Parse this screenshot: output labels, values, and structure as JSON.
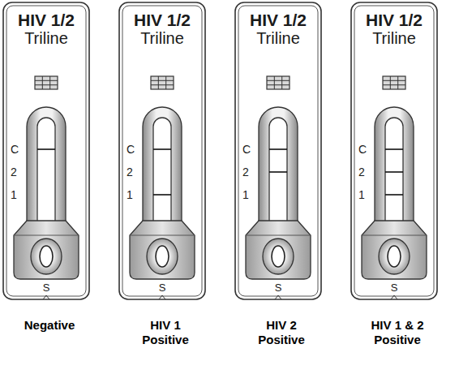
{
  "diagram": {
    "nodes": [
      {
        "text": [
          "HIV 1/2",
          "Triline",
          "C",
          "2",
          "1",
          "S"
        ]
      },
      {
        "text": [
          "HIV 1/2",
          "Triline",
          "C",
          "2",
          "1",
          "S"
        ]
      },
      {
        "text": [
          "HIV 1/2",
          "Triline",
          "C",
          "2",
          "1",
          "S"
        ]
      },
      {
        "text": [
          "HIV 1/2",
          "Triline",
          "C",
          "2",
          "1",
          "S"
        ]
      }
    ],
    "edges": [],
    "labels": [
      "Negative",
      "HIV 1 Positive",
      "HIV 2 Positive",
      "HIV 1 & 2 Positive"
    ]
  }
}
